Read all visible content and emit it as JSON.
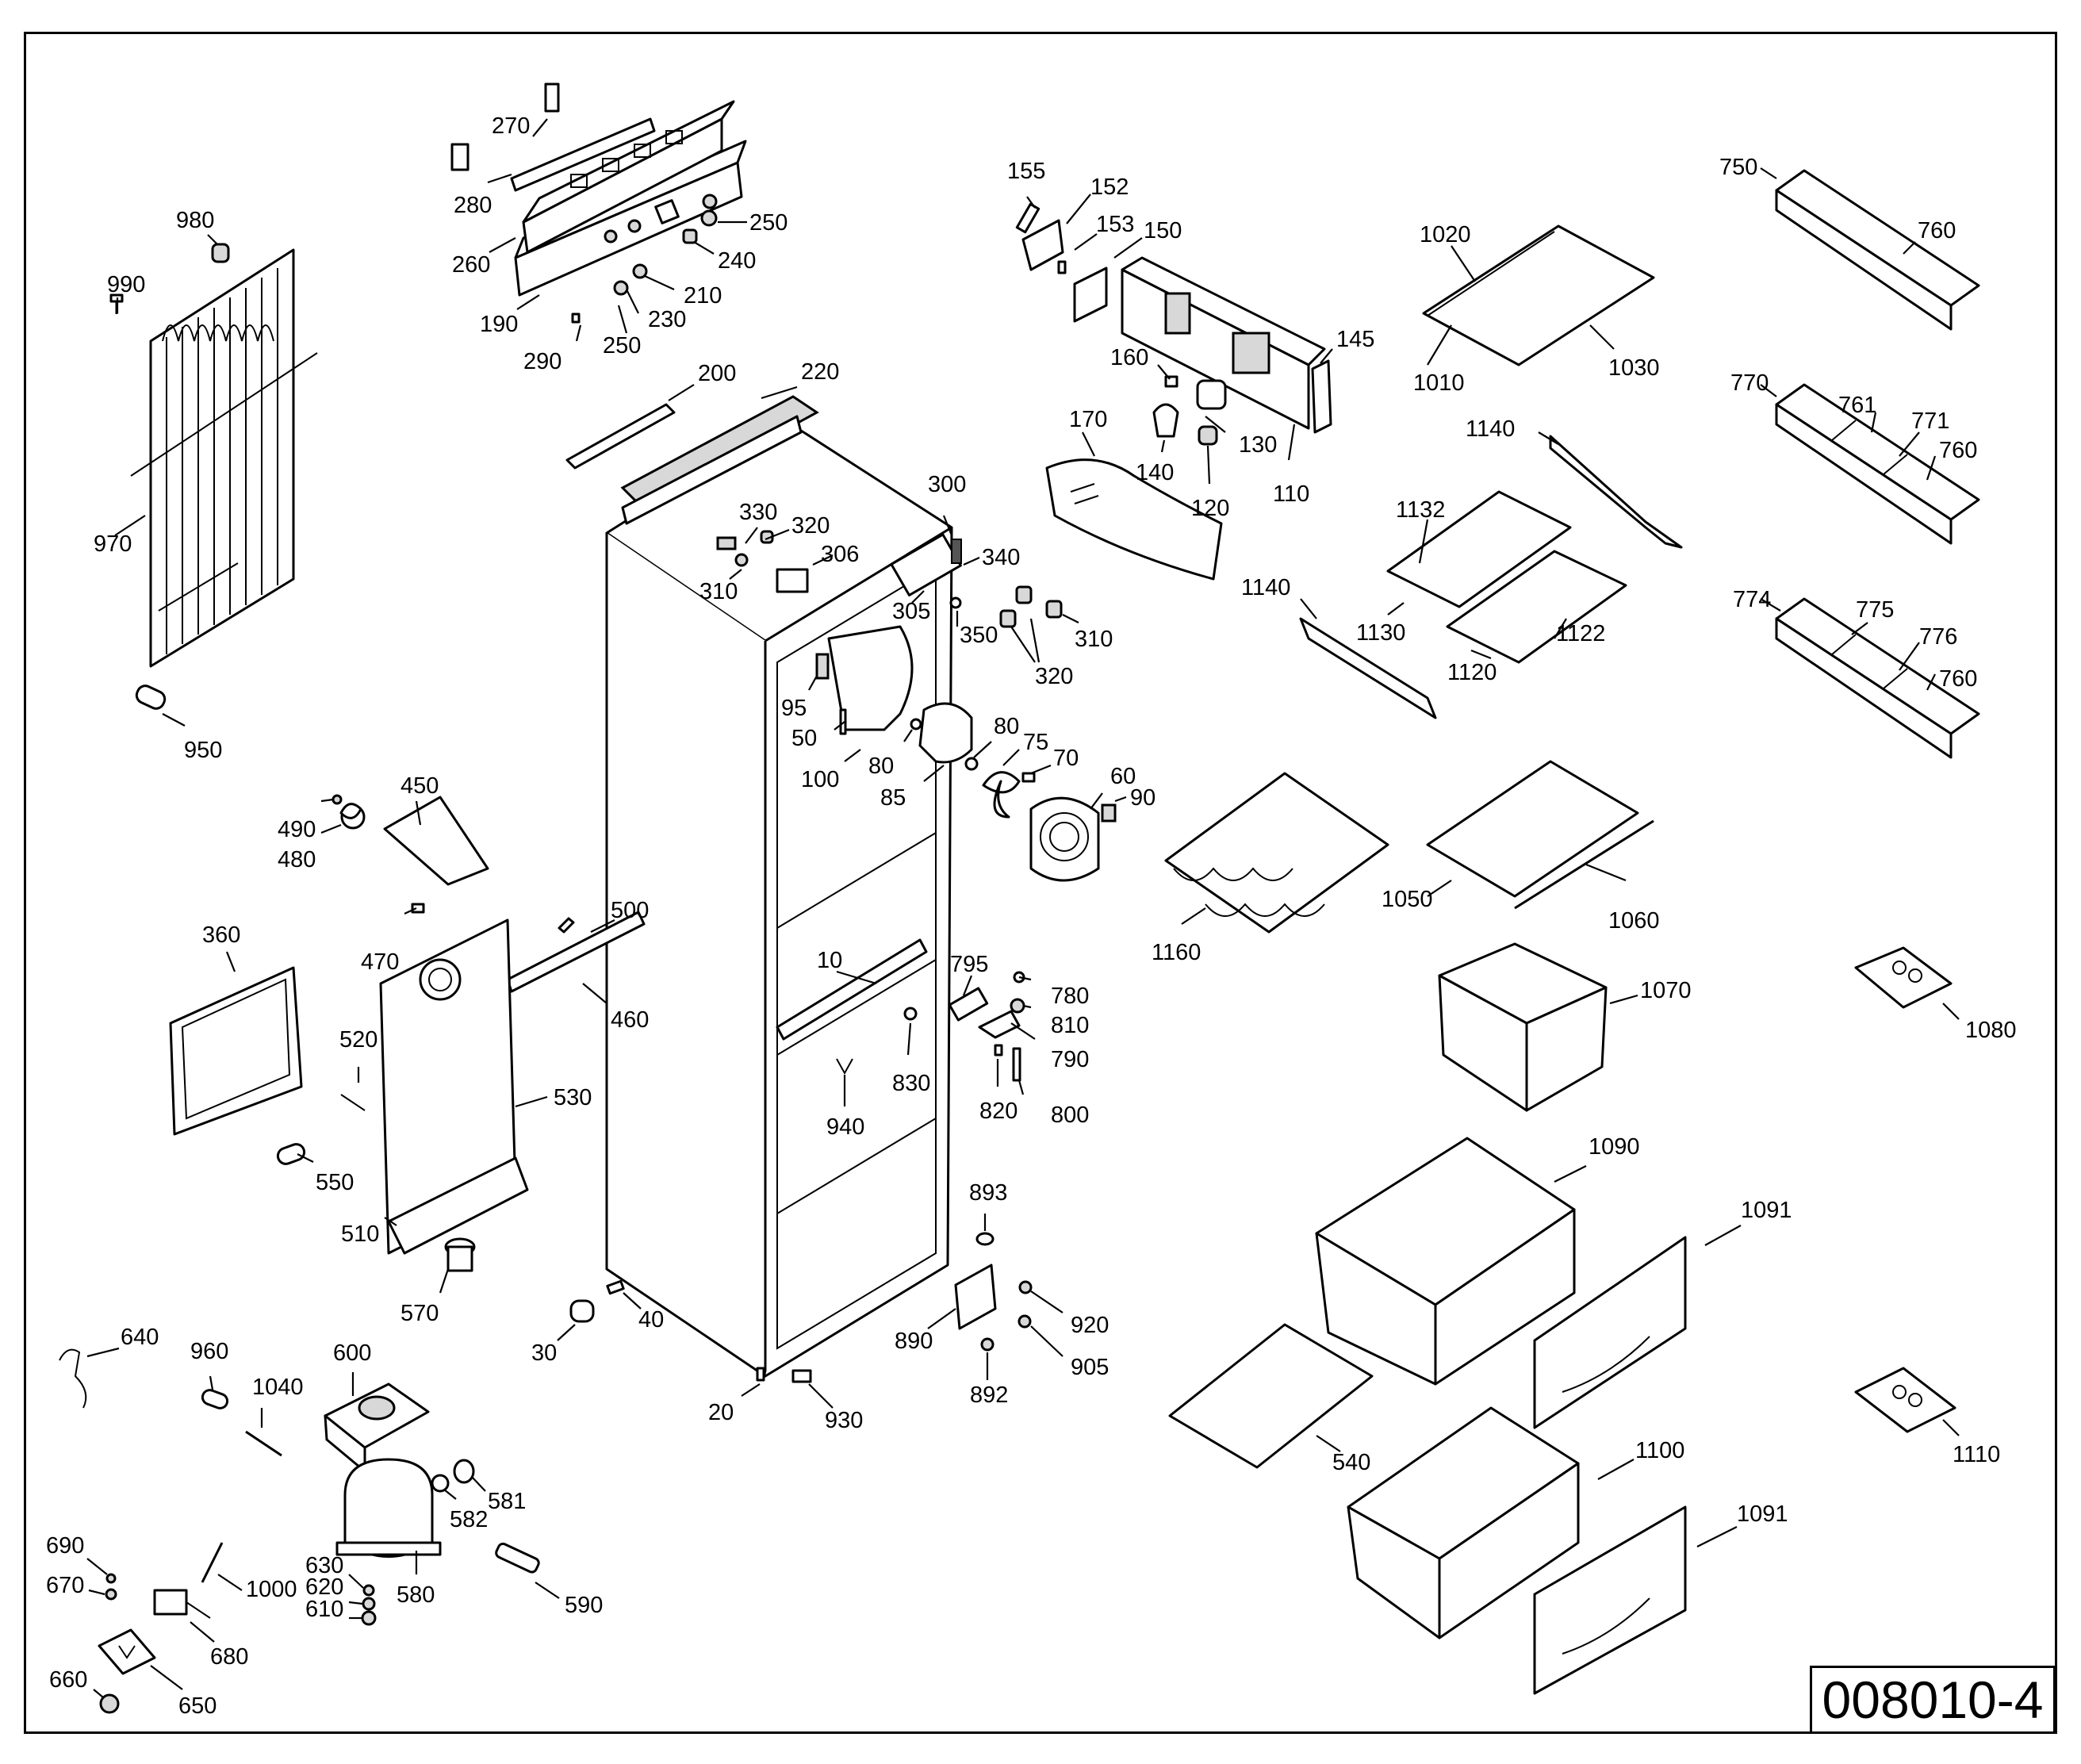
{
  "document_number": "008010-4",
  "callouts": [
    {
      "id": "c270",
      "label": "270"
    },
    {
      "id": "c280",
      "label": "280"
    },
    {
      "id": "c260",
      "label": "260"
    },
    {
      "id": "c250a",
      "label": "250"
    },
    {
      "id": "c240",
      "label": "240"
    },
    {
      "id": "c210",
      "label": "210"
    },
    {
      "id": "c190",
      "label": "190"
    },
    {
      "id": "c230",
      "label": "230"
    },
    {
      "id": "c250b",
      "label": "250"
    },
    {
      "id": "c290",
      "label": "290"
    },
    {
      "id": "c980",
      "label": "980"
    },
    {
      "id": "c990",
      "label": "990"
    },
    {
      "id": "c970",
      "label": "970"
    },
    {
      "id": "c950",
      "label": "950"
    },
    {
      "id": "c200",
      "label": "200"
    },
    {
      "id": "c220",
      "label": "220"
    },
    {
      "id": "c330",
      "label": "330"
    },
    {
      "id": "c320a",
      "label": "320"
    },
    {
      "id": "c306",
      "label": "306"
    },
    {
      "id": "c310a",
      "label": "310"
    },
    {
      "id": "c300",
      "label": "300"
    },
    {
      "id": "c340",
      "label": "340"
    },
    {
      "id": "c305",
      "label": "305"
    },
    {
      "id": "c350",
      "label": "350"
    },
    {
      "id": "c310b",
      "label": "310"
    },
    {
      "id": "c320b",
      "label": "320"
    },
    {
      "id": "c95",
      "label": "95"
    },
    {
      "id": "c50",
      "label": "50"
    },
    {
      "id": "c100",
      "label": "100"
    },
    {
      "id": "c80a",
      "label": "80"
    },
    {
      "id": "c80b",
      "label": "80"
    },
    {
      "id": "c75",
      "label": "75"
    },
    {
      "id": "c70",
      "label": "70"
    },
    {
      "id": "c85",
      "label": "85"
    },
    {
      "id": "c60",
      "label": "60"
    },
    {
      "id": "c90",
      "label": "90"
    },
    {
      "id": "c155",
      "label": "155"
    },
    {
      "id": "c152",
      "label": "152"
    },
    {
      "id": "c153",
      "label": "153"
    },
    {
      "id": "c150",
      "label": "150"
    },
    {
      "id": "c145",
      "label": "145"
    },
    {
      "id": "c160",
      "label": "160"
    },
    {
      "id": "c170",
      "label": "170"
    },
    {
      "id": "c140",
      "label": "140"
    },
    {
      "id": "c130",
      "label": "130"
    },
    {
      "id": "c120",
      "label": "120"
    },
    {
      "id": "c110",
      "label": "110"
    },
    {
      "id": "c1020",
      "label": "1020"
    },
    {
      "id": "c1010",
      "label": "1010"
    },
    {
      "id": "c1030",
      "label": "1030"
    },
    {
      "id": "c1140a",
      "label": "1140"
    },
    {
      "id": "c1132",
      "label": "1132"
    },
    {
      "id": "c1140b",
      "label": "1140"
    },
    {
      "id": "c1130",
      "label": "1130"
    },
    {
      "id": "c1122",
      "label": "1122"
    },
    {
      "id": "c1120",
      "label": "1120"
    },
    {
      "id": "c750",
      "label": "750"
    },
    {
      "id": "c760a",
      "label": "760"
    },
    {
      "id": "c770",
      "label": "770"
    },
    {
      "id": "c761",
      "label": "761"
    },
    {
      "id": "c771",
      "label": "771"
    },
    {
      "id": "c760b",
      "label": "760"
    },
    {
      "id": "c774",
      "label": "774"
    },
    {
      "id": "c775",
      "label": "775"
    },
    {
      "id": "c776",
      "label": "776"
    },
    {
      "id": "c760c",
      "label": "760"
    },
    {
      "id": "c450",
      "label": "450"
    },
    {
      "id": "c490",
      "label": "490"
    },
    {
      "id": "c480",
      "label": "480"
    },
    {
      "id": "c470",
      "label": "470"
    },
    {
      "id": "c500",
      "label": "500"
    },
    {
      "id": "c460",
      "label": "460"
    },
    {
      "id": "c360",
      "label": "360"
    },
    {
      "id": "c520",
      "label": "520"
    },
    {
      "id": "c530",
      "label": "530"
    },
    {
      "id": "c550",
      "label": "550"
    },
    {
      "id": "c510",
      "label": "510"
    },
    {
      "id": "c570",
      "label": "570"
    },
    {
      "id": "c10",
      "label": "10"
    },
    {
      "id": "c795",
      "label": "795"
    },
    {
      "id": "c780",
      "label": "780"
    },
    {
      "id": "c810",
      "label": "810"
    },
    {
      "id": "c790",
      "label": "790"
    },
    {
      "id": "c820",
      "label": "820"
    },
    {
      "id": "c800",
      "label": "800"
    },
    {
      "id": "c830",
      "label": "830"
    },
    {
      "id": "c940",
      "label": "940"
    },
    {
      "id": "c1160",
      "label": "1160"
    },
    {
      "id": "c1050",
      "label": "1050"
    },
    {
      "id": "c1060",
      "label": "1060"
    },
    {
      "id": "c1070",
      "label": "1070"
    },
    {
      "id": "c1080",
      "label": "1080"
    },
    {
      "id": "c1090",
      "label": "1090"
    },
    {
      "id": "c1091a",
      "label": "1091"
    },
    {
      "id": "c893",
      "label": "893"
    },
    {
      "id": "c890",
      "label": "890"
    },
    {
      "id": "c920",
      "label": "920"
    },
    {
      "id": "c905",
      "label": "905"
    },
    {
      "id": "c892",
      "label": "892"
    },
    {
      "id": "c30",
      "label": "30"
    },
    {
      "id": "c40",
      "label": "40"
    },
    {
      "id": "c20",
      "label": "20"
    },
    {
      "id": "c930",
      "label": "930"
    },
    {
      "id": "c640",
      "label": "640"
    },
    {
      "id": "c960",
      "label": "960"
    },
    {
      "id": "c1040",
      "label": "1040"
    },
    {
      "id": "c600",
      "label": "600"
    },
    {
      "id": "c581",
      "label": "581"
    },
    {
      "id": "c582",
      "label": "582"
    },
    {
      "id": "c580",
      "label": "580"
    },
    {
      "id": "c590",
      "label": "590"
    },
    {
      "id": "c690",
      "label": "690"
    },
    {
      "id": "c670",
      "label": "670"
    },
    {
      "id": "c1000",
      "label": "1000"
    },
    {
      "id": "c630",
      "label": "630"
    },
    {
      "id": "c620",
      "label": "620"
    },
    {
      "id": "c610",
      "label": "610"
    },
    {
      "id": "c680",
      "label": "680"
    },
    {
      "id": "c660",
      "label": "660"
    },
    {
      "id": "c650",
      "label": "650"
    },
    {
      "id": "c540",
      "label": "540"
    },
    {
      "id": "c1100",
      "label": "1100"
    },
    {
      "id": "c1091b",
      "label": "1091"
    },
    {
      "id": "c1110",
      "label": "1110"
    }
  ]
}
